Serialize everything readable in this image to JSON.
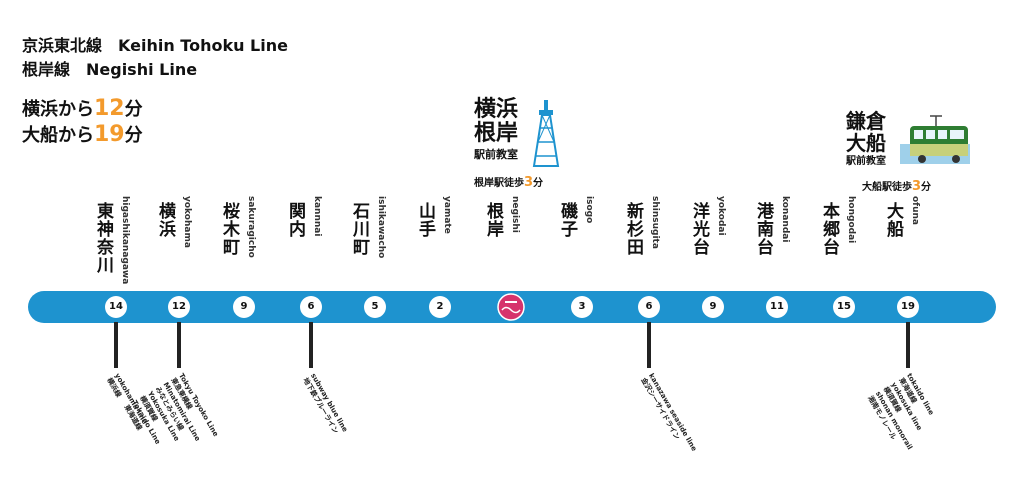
{
  "header": {
    "line1": "京浜東北線　Keihin Tohoku Line",
    "line2": "根岸線　Negishi Line"
  },
  "times": [
    {
      "from": "横浜から",
      "minutes": "12",
      "unit": "分"
    },
    {
      "from": "大船から",
      "minutes": "19",
      "unit": "分"
    }
  ],
  "school_yokohama": {
    "title1": "横浜",
    "title2": "根岸",
    "sub": "駅前教室",
    "access_prefix": "根岸駅徒歩",
    "access_min": "3",
    "access_unit": "分"
  },
  "school_kamakura": {
    "title1": "鎌倉",
    "title2": "大船",
    "sub": "駅前教室",
    "access_prefix": "大船駅徒歩",
    "access_min": "3",
    "access_unit": "分"
  },
  "stations": [
    {
      "jp": "東神奈川",
      "romaji": "higashikanagawa",
      "minutes": "14"
    },
    {
      "jp": "横浜",
      "romaji": "yokohama",
      "minutes": "12"
    },
    {
      "jp": "桜木町",
      "romaji": "sakuragicho",
      "minutes": "9"
    },
    {
      "jp": "関内",
      "romaji": "kannnai",
      "minutes": "6"
    },
    {
      "jp": "石川町",
      "romaji": "ishikawacho",
      "minutes": "5"
    },
    {
      "jp": "山手",
      "romaji": "yamate",
      "minutes": "2"
    },
    {
      "jp": "根岸",
      "romaji": "negishi",
      "minutes": ""
    },
    {
      "jp": "磯子",
      "romaji": "isogo",
      "minutes": "3"
    },
    {
      "jp": "新杉田",
      "romaji": "shinsugita",
      "minutes": "6"
    },
    {
      "jp": "洋光台",
      "romaji": "yokodai",
      "minutes": "9"
    },
    {
      "jp": "港南台",
      "romaji": "konandai",
      "minutes": "11"
    },
    {
      "jp": "本郷台",
      "romaji": "hongodai",
      "minutes": "15"
    },
    {
      "jp": "大船",
      "romaji": "ofuna",
      "minutes": "19"
    }
  ],
  "center_mark": "",
  "transfers": {
    "higashikanagawa": "yokohama line\n横浜線",
    "yokohama": "Tokyu Toyoko Line\n東急東横線\nMinatomirai Line\nみなとみらい線\nYokosuka Line\n横須賀線\nTokaido Line\n東海道線",
    "kannai": "subway blue line\n地下鉄ブルーライン",
    "shinsugita": "kanazawa seaside line\n金沢シーサイドライン",
    "ofuna": "tokaido line\n東海道線\nyokosuka line\n横須賀線\nshonan monorail\n湘南モノレール"
  }
}
